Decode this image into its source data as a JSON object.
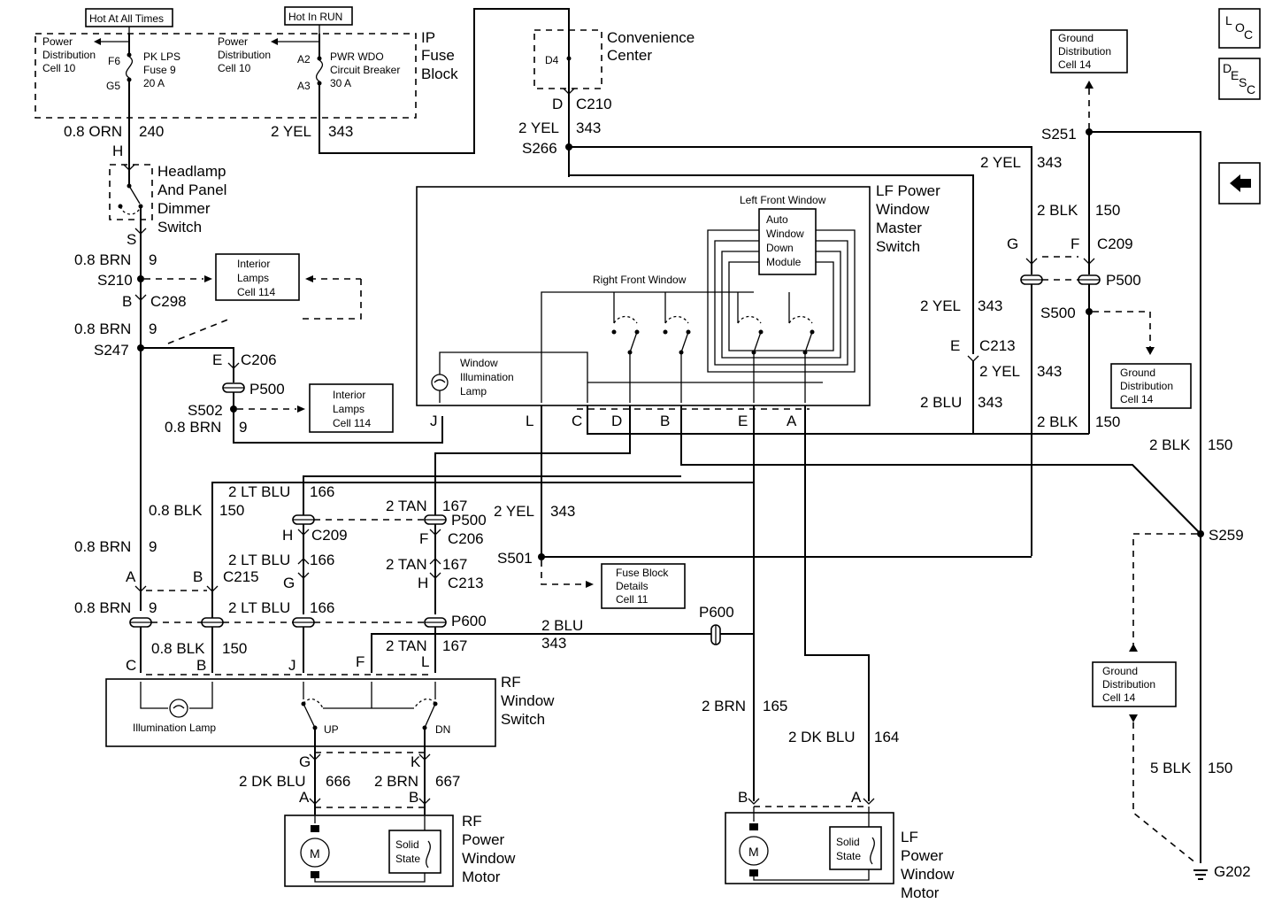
{
  "hot_all_times": "Hot At All Times",
  "hot_in_run": "Hot In RUN",
  "ip_fuse_block": [
    "IP",
    "Fuse",
    "Block"
  ],
  "convenience_center": [
    "Convenience",
    "Center"
  ],
  "pd_cell10_a": [
    "Power",
    "Distribution",
    "Cell 10"
  ],
  "pd_cell10_b": [
    "Power",
    "Distribution",
    "Cell 10"
  ],
  "fuse9": [
    "PK LPS",
    "Fuse 9",
    "20 A"
  ],
  "pwr_wdo_cb": [
    "PWR WDO",
    "Circuit Breaker",
    "30 A"
  ],
  "pins": {
    "f6": "F6",
    "g5": "G5",
    "a2": "A2",
    "a3": "A3",
    "d4": "D4"
  },
  "w_08orn": "0.8 ORN",
  "w_240": "240",
  "w_2yel": "2 YEL",
  "w_343": "343",
  "conn_h": "H",
  "headlamp_switch": [
    "Headlamp",
    "And Panel",
    "Dimmer",
    "Switch"
  ],
  "conn_s": "S",
  "w_08brn": "0.8 BRN",
  "w_9": "9",
  "s210": "S210",
  "interior_lamps_1": [
    "Interior",
    "Lamps",
    "Cell 114"
  ],
  "interior_lamps_2": [
    "Interior",
    "Lamps",
    "Cell 114"
  ],
  "conn_b": "B",
  "c298": "C298",
  "s247": "S247",
  "conn_e": "E",
  "c206": "C206",
  "p500": "P500",
  "s502": "S502",
  "d_c210": [
    "D",
    "C210"
  ],
  "s266": "S266",
  "ground_dist_14": [
    "Ground",
    "Distribution",
    "Cell 14"
  ],
  "s251": "S251",
  "w_2blk": "2 BLK",
  "w_150": "150",
  "g_conn": "G",
  "f_c209": [
    "F",
    "C209"
  ],
  "s500": "S500",
  "e_c213": [
    "E",
    "C213"
  ],
  "w_2blu": "2 BLU",
  "lf_master": [
    "LF Power",
    "Window",
    "Master",
    "Switch"
  ],
  "left_front_window": "Left Front Window",
  "auto_down": [
    "Auto",
    "Window",
    "Down",
    "Module"
  ],
  "right_front_window": "Right Front Window",
  "illum_lamp": [
    "Window",
    "Illumination",
    "Lamp"
  ],
  "master_pins": [
    "J",
    "L",
    "C",
    "D",
    "B",
    "E",
    "A"
  ],
  "s259": "S259",
  "g202": "G202",
  "w_5blk": "5 BLK",
  "w_2ltblu": "2 LT BLU",
  "w_166": "166",
  "w_2tan": "2 TAN",
  "w_167": "167",
  "w_08blk": "0.8 BLK",
  "h_c209": [
    "H",
    "C209"
  ],
  "f_c206": [
    "F",
    "C206"
  ],
  "g_conn2": "G",
  "h_c213": [
    "H",
    "C213"
  ],
  "a_conn": "A",
  "b_c215": [
    "B",
    "C215"
  ],
  "p600": "P600",
  "s501": "S501",
  "fuse_block_details": [
    "Fuse Block",
    "Details",
    "Cell 11"
  ],
  "rf_pins": [
    "C",
    "B",
    "J",
    "F",
    "L"
  ],
  "rf_switch": [
    "RF",
    "Window",
    "Switch"
  ],
  "illumination_lamp": "Illumination Lamp",
  "up": "UP",
  "dn": "DN",
  "w_2dkblu": "2 DK BLU",
  "w_666": "666",
  "w_2brn": "2 BRN",
  "w_667": "667",
  "w_165": "165",
  "w_164": "164",
  "motor_pins_rf": [
    "G",
    "K",
    "A",
    "B"
  ],
  "motor_pins_lf": [
    "B",
    "A"
  ],
  "rf_motor": [
    "RF",
    "Power",
    "Window",
    "Motor"
  ],
  "lf_motor": [
    "LF",
    "Power",
    "Window",
    "Motor"
  ],
  "solid_state": [
    "Solid",
    "State"
  ],
  "motor_m": "M",
  "nav": {
    "loc": [
      "L",
      "O",
      "C"
    ],
    "desc": [
      "D",
      "E",
      "S",
      "C"
    ],
    "back_icon": "arrow-left-icon"
  }
}
